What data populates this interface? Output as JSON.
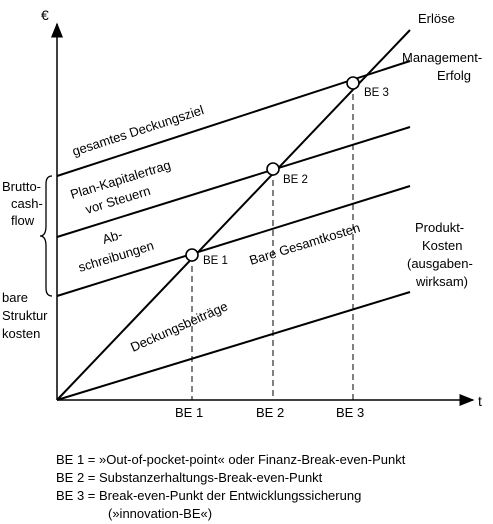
{
  "axes": {
    "y_label": "€",
    "x_label": "t"
  },
  "lines": {
    "erloese": "Erlöse",
    "management_erfolg": [
      "Management-",
      "Erfolg"
    ],
    "gesamtes_deckungsziel": "gesamtes Deckungsziel",
    "plan_kapitalertrag": [
      "Plan-Kapitalertrag",
      "vor Steuern"
    ],
    "abschreibungen": [
      "Ab-",
      "schreibungen"
    ],
    "bare_gesamtkosten": "Bare Gesamtkosten",
    "deckungsbeitraege": "Deckungsbeiträge",
    "produkt_kosten": [
      "Produkt-",
      "Kosten",
      "(ausgaben-",
      "wirksam)"
    ]
  },
  "left_labels": {
    "brutto_cashflow": [
      "Brutto-",
      "cash-",
      "flow"
    ],
    "bare_strukturkosten": [
      "bare",
      "Struktur",
      "kosten"
    ]
  },
  "break_even_points": [
    {
      "point_label": "BE 1",
      "tick_label": "BE 1"
    },
    {
      "point_label": "BE 2",
      "tick_label": "BE 2"
    },
    {
      "point_label": "BE 3",
      "tick_label": "BE 3"
    }
  ],
  "legend": [
    "BE 1 = »Out-of-pocket-point« oder Finanz-Break-even-Punkt",
    "BE 2 = Substanzerhaltungs-Break-even-Punkt",
    "BE 3 = Break-even-Punkt der Entwicklungssicherung",
    "(»innovation-BE«)"
  ]
}
